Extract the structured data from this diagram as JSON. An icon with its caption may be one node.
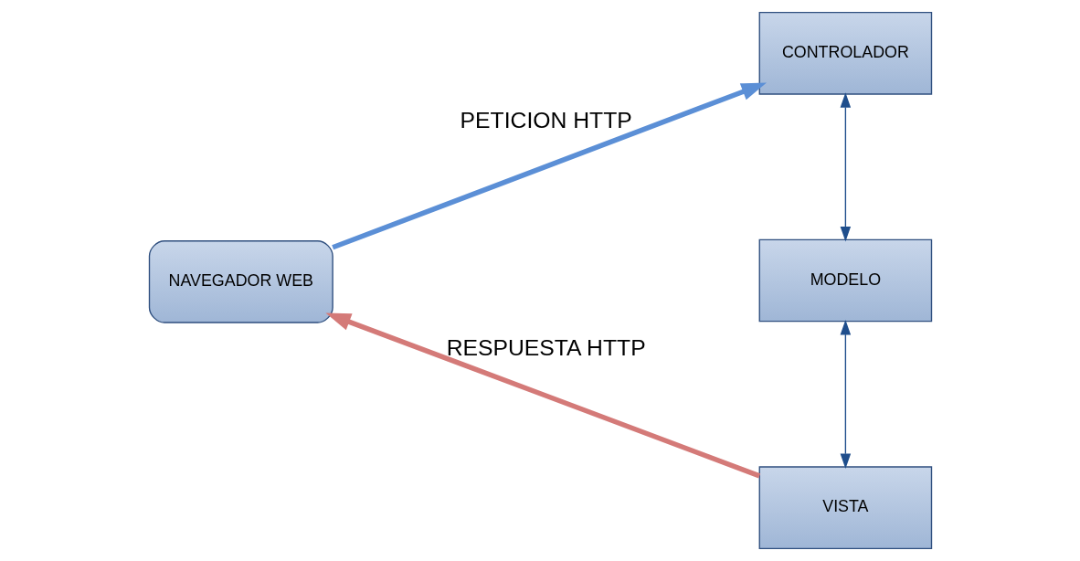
{
  "diagram": {
    "nodes": [
      {
        "text": [
          "NAVEGADOR WEB"
        ]
      },
      {
        "text": [
          "CONTROLADOR"
        ]
      },
      {
        "text": [
          "MODELO"
        ]
      },
      {
        "text": [
          "VISTA"
        ]
      }
    ],
    "edges": [
      {
        "from": 0,
        "to": 1,
        "arrow": "to",
        "label": "PETICION HTTP",
        "style": "thick",
        "color": "#5b8fd6"
      },
      {
        "from": 1,
        "to": 2,
        "arrow": "both"
      },
      {
        "from": 2,
        "to": 3,
        "arrow": "both"
      },
      {
        "from": 3,
        "to": 0,
        "arrow": "to",
        "label": "RESPUESTA HTTP",
        "style": "thick",
        "color": "#d47a78"
      }
    ]
  }
}
